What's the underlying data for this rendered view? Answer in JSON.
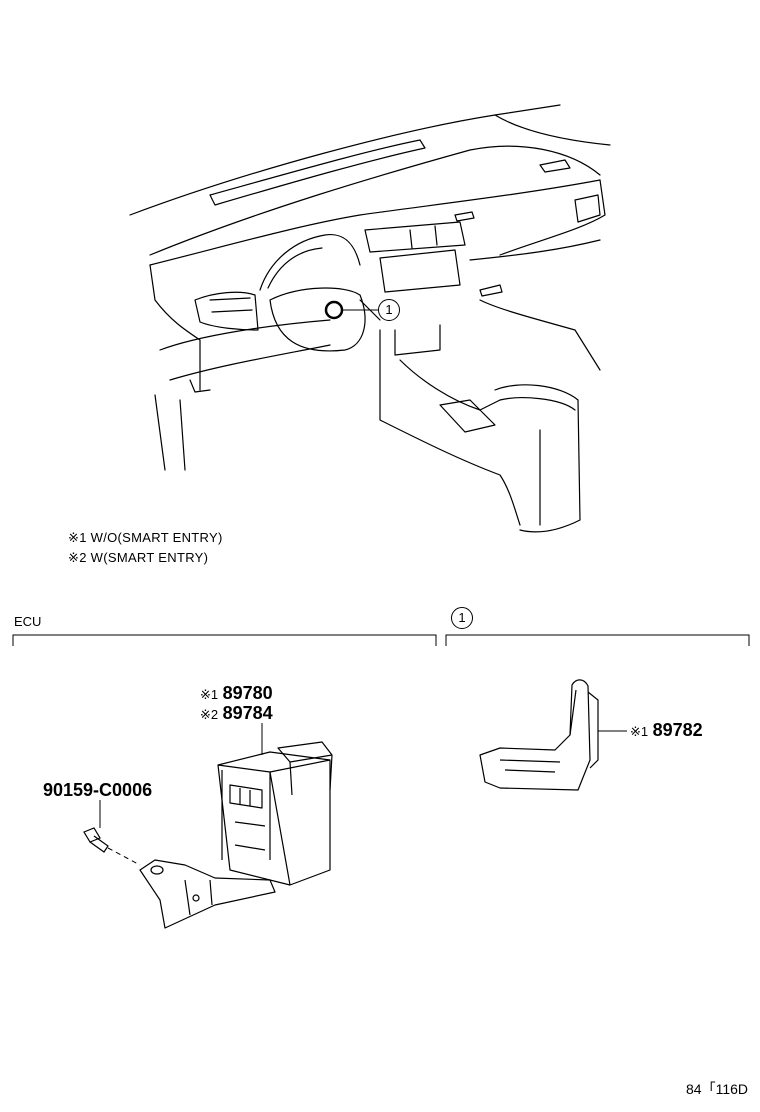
{
  "notes": [
    {
      "mark": "※1",
      "text": "W/O(SMART ENTRY)"
    },
    {
      "mark": "※2",
      "text": "W(SMART ENTRY)"
    }
  ],
  "callout": {
    "number": "1"
  },
  "sections": {
    "left": {
      "title": "ECU"
    },
    "right": {
      "title_callout": "1"
    }
  },
  "parts": {
    "ecu_a": {
      "mark": "※1",
      "number": "89780"
    },
    "ecu_b": {
      "mark": "※2",
      "number": "89784"
    },
    "bolt": {
      "number": "90159-C0006"
    },
    "bracket": {
      "mark": "※1",
      "number": "89782"
    }
  },
  "figure_code": "84「116D"
}
